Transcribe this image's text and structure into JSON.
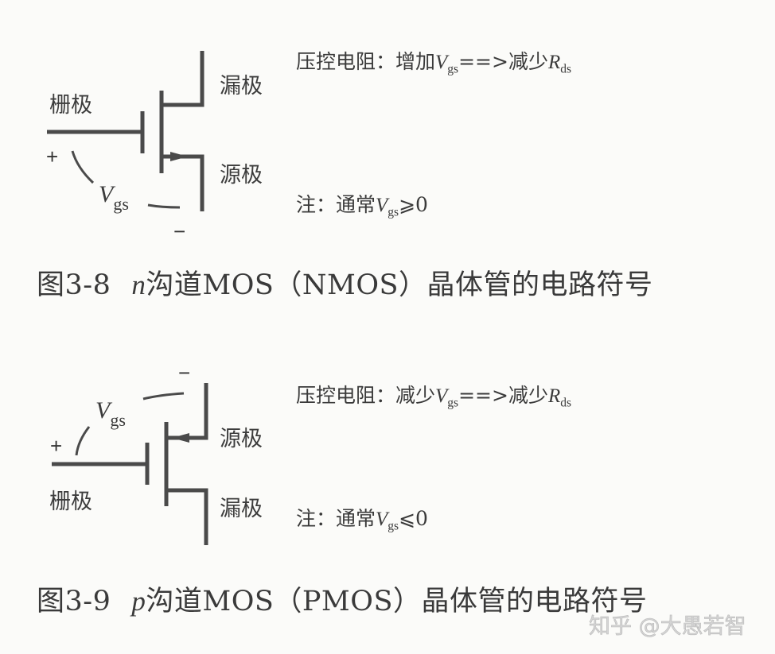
{
  "colors": {
    "background": "#fbfbf9",
    "ink": "#3a3a3a",
    "line": "#4a4a4a",
    "watermark": "#d0d0d0"
  },
  "nmos": {
    "labels": {
      "gate": "栅极",
      "drain": "漏极",
      "source": "源极",
      "plus": "+",
      "minus": "−",
      "vgs_main": "V",
      "vgs_sub": "gs"
    },
    "note_line1": {
      "prefix": "压控电阻：增加",
      "v": "V",
      "v_sub": "gs",
      "arrow": "==>",
      "mid": "减少",
      "r": "R",
      "r_sub": "ds"
    },
    "note_line2": {
      "prefix": "注：通常",
      "v": "V",
      "v_sub": "gs",
      "relation": "⩾0"
    },
    "caption": {
      "figure": "图3-8",
      "channel_letter": "n",
      "text": "沟道MOS（NMOS）晶体管的电路符号"
    }
  },
  "pmos": {
    "labels": {
      "gate": "栅极",
      "drain": "漏极",
      "source": "源极",
      "plus": "+",
      "minus": "−",
      "vgs_main": "V",
      "vgs_sub": "gs"
    },
    "note_line1": {
      "prefix": "压控电阻：减少",
      "v": "V",
      "v_sub": "gs",
      "arrow": "==>",
      "mid": "减少",
      "r": "R",
      "r_sub": "ds"
    },
    "note_line2": {
      "prefix": "注：通常",
      "v": "V",
      "v_sub": "gs",
      "relation": "⩽0"
    },
    "caption": {
      "figure": "图3-9",
      "channel_letter": "p",
      "text": "沟道MOS（PMOS）晶体管的电路符号"
    }
  },
  "watermark": {
    "text": "知乎 @大愚若智"
  }
}
